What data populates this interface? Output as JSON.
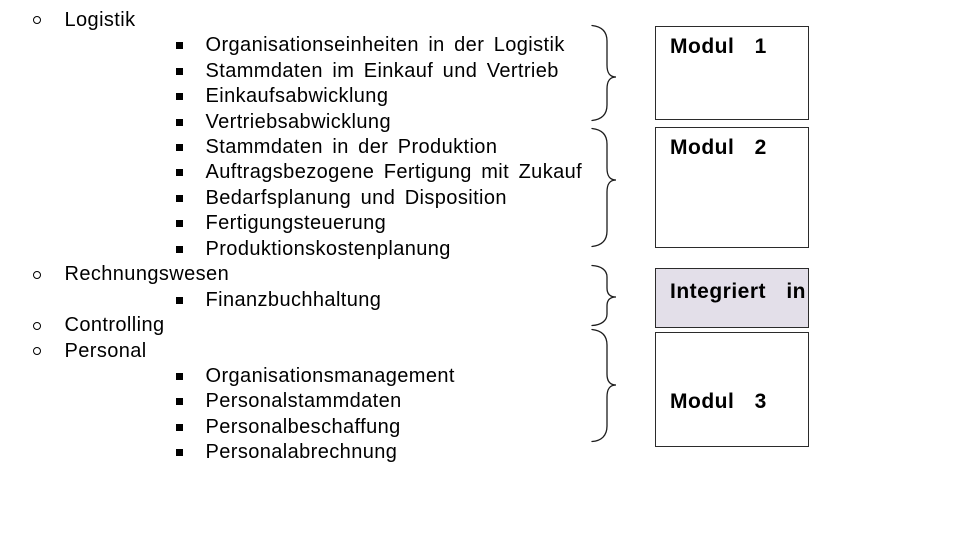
{
  "slide": {
    "background_color": "#FFFFFF",
    "text_color": "#000000"
  },
  "outline": {
    "items": [
      {
        "level": 1,
        "bullet": "circle",
        "text": "Logistik"
      },
      {
        "level": 2,
        "bullet": "square",
        "text": "Organisationseinheiten in der Logistik"
      },
      {
        "level": 2,
        "bullet": "square",
        "text": "Stammdaten im Einkauf und Vertrieb"
      },
      {
        "level": 2,
        "bullet": "square",
        "text": "Einkaufsabwicklung"
      },
      {
        "level": 2,
        "bullet": "square",
        "text": "Vertriebsabwicklung"
      },
      {
        "level": 2,
        "bullet": "square",
        "text": "Stammdaten in der Produktion"
      },
      {
        "level": 2,
        "bullet": "square",
        "text": "Auftragsbezogene Fertigung mit Zukauf"
      },
      {
        "level": 2,
        "bullet": "square",
        "text": "Bedarfsplanung und Disposition"
      },
      {
        "level": 2,
        "bullet": "square",
        "text": "Fertigungsteuerung"
      },
      {
        "level": 2,
        "bullet": "square",
        "text": "Produktionskostenplanung"
      },
      {
        "level": 1,
        "bullet": "circle",
        "text": "Rechnungswesen"
      },
      {
        "level": 2,
        "bullet": "square",
        "text": "Finanzbuchhaltung"
      },
      {
        "level": 1,
        "bullet": "circle",
        "text": "Controlling"
      },
      {
        "level": 1,
        "bullet": "circle",
        "text": "Personal"
      },
      {
        "level": 2,
        "bullet": "square",
        "text": "Organisationsmanagement"
      },
      {
        "level": 2,
        "bullet": "square",
        "text": "Personalstammdaten"
      },
      {
        "level": 2,
        "bullet": "square",
        "text": "Personalbeschaffung"
      },
      {
        "level": 2,
        "bullet": "square",
        "text": "Personalabrechnung"
      }
    ]
  },
  "modules": {
    "border_color": "#2B2B2B",
    "boxes": [
      {
        "label": "Modul 1",
        "fill": "#FFFFFF"
      },
      {
        "label": "Modul 2",
        "fill": "#FFFFFF"
      },
      {
        "label": "Integriert in",
        "fill": "#E3DFE9"
      },
      {
        "label": "Modul 3",
        "fill": "#FFFFFF"
      }
    ]
  },
  "braces": {
    "color": "#1C1C1C"
  }
}
